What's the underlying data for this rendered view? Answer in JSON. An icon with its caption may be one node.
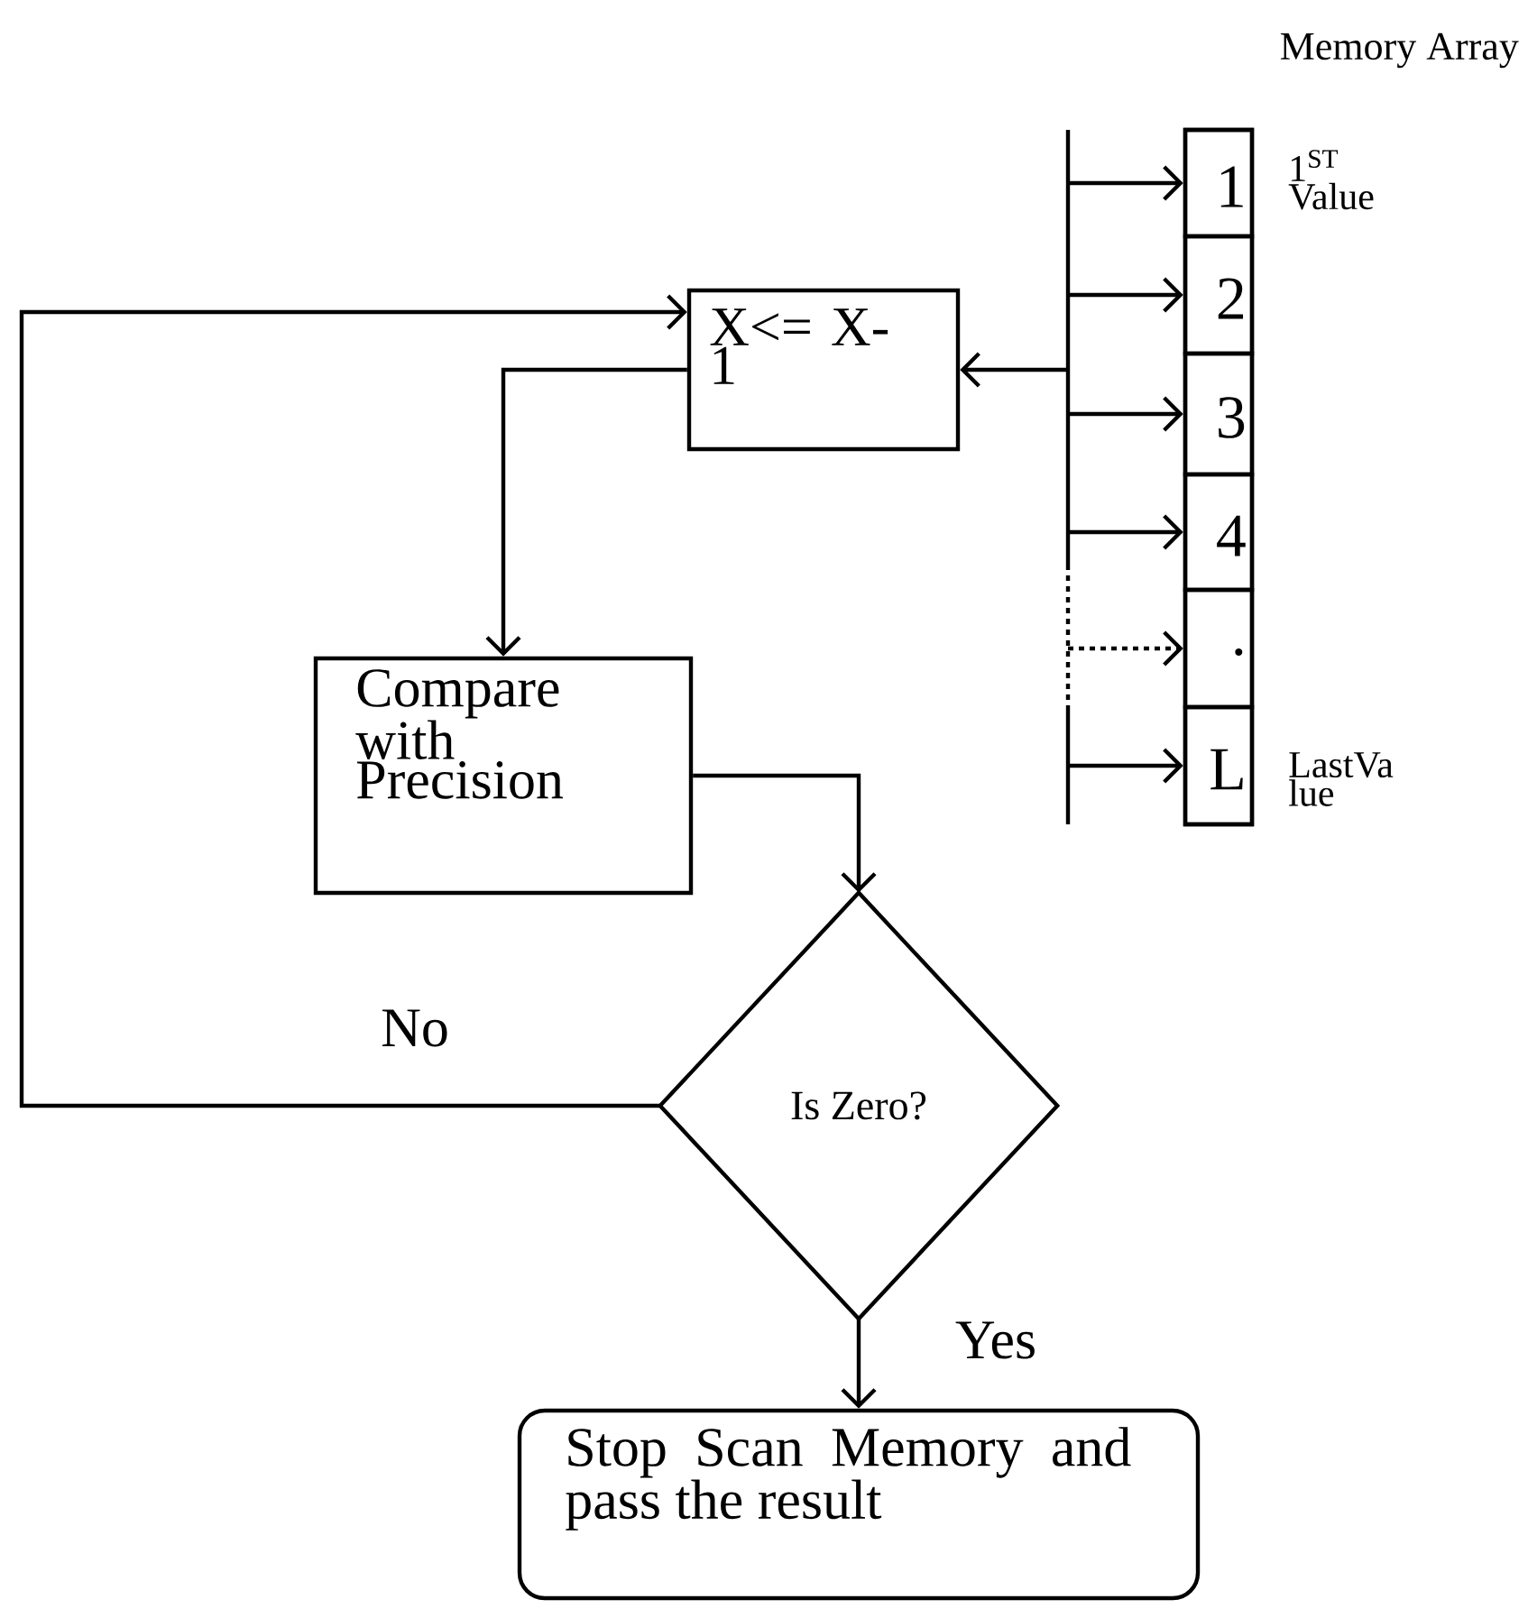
{
  "diagram": {
    "nodes": [
      {
        "text": [
          "X<= X-1"
        ]
      },
      {
        "text": [
          "Compare with Precision"
        ]
      },
      {
        "text": [
          "Is Zero?"
        ]
      },
      {
        "text": [
          "Stop Scan Memory and pass the result"
        ]
      },
      {
        "text": [],
        "shape": "bar"
      },
      {
        "text": [
          "Memory Array"
        ]
      },
      {
        "text": [
          "1"
        ],
        "in": 5,
        "beside": [
          "1$^{ST}$ Value"
        ]
      },
      {
        "text": [
          "2"
        ],
        "in": 5
      },
      {
        "text": [
          "3"
        ],
        "in": 5
      },
      {
        "text": [
          "4"
        ],
        "in": 5
      },
      {
        "text": [
          "."
        ],
        "in": 5
      },
      {
        "text": [
          "L"
        ],
        "in": 5,
        "beside": [
          "LastVa lue"
        ]
      }
    ],
    "edges": [
      {
        "from": 2,
        "to": 0,
        "arrow": "to",
        "label": "No"
      },
      {
        "from": 0,
        "to": 1,
        "arrow": "to"
      },
      {
        "from": 1,
        "to": 2,
        "arrow": "to"
      },
      {
        "from": 2,
        "to": 3,
        "arrow": "to",
        "label": "Yes"
      },
      {
        "from": 4,
        "to": 0,
        "arrow": "to"
      },
      {
        "from": 4,
        "to": 6,
        "arrow": "to"
      },
      {
        "from": 4,
        "to": 7,
        "arrow": "to"
      },
      {
        "from": 4,
        "to": 8,
        "arrow": "to"
      },
      {
        "from": 4,
        "to": 9,
        "arrow": "to"
      },
      {
        "from": 4,
        "to": 10,
        "arrow": "to",
        "style": "dashed"
      },
      {
        "from": 4,
        "to": 11,
        "arrow": "to"
      }
    ]
  }
}
